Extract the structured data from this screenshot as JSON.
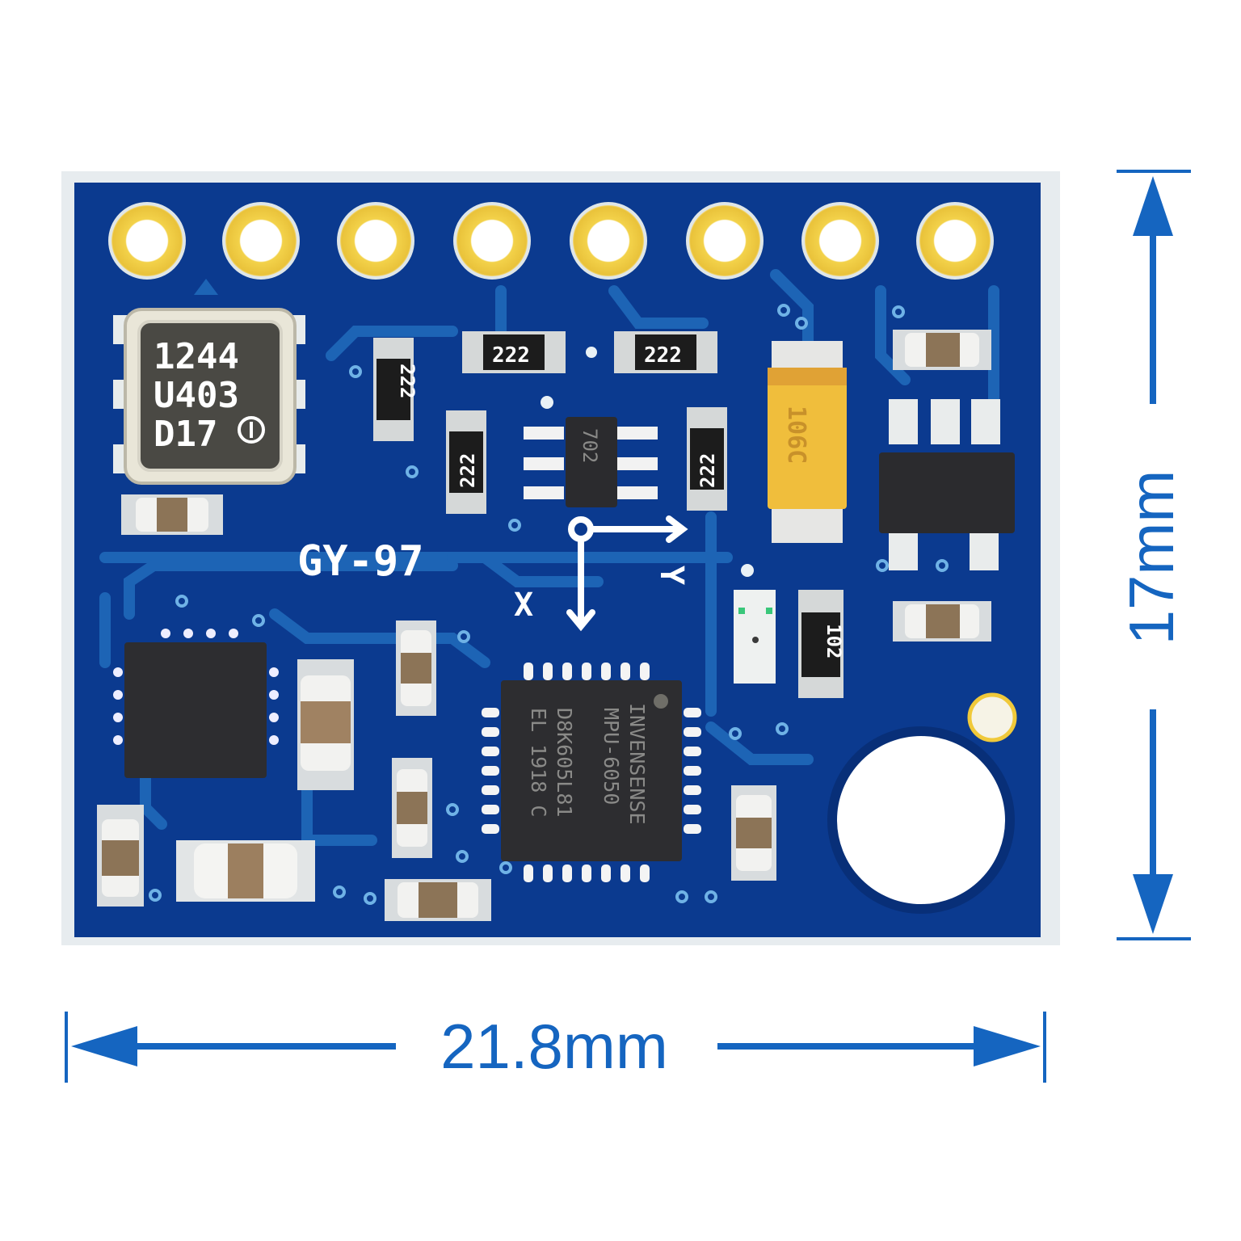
{
  "board": {
    "model_label": "GY-97",
    "pcb_color": "#0b3a8f",
    "trace_color": "#1d64b5",
    "pad_gold": "#f0c93a",
    "header_pin_count": 8,
    "axis_labels": {
      "x": "X",
      "y": "Y"
    }
  },
  "components": {
    "pressure_sensor": {
      "lines": [
        "1244",
        "U403",
        "D17"
      ]
    },
    "imu_chip": {
      "lines": [
        "INVENSENSE",
        "MPU-6050",
        "D8K605L81",
        "EL 1918 C"
      ]
    },
    "regulator_small": {
      "marking": "702"
    },
    "tantalum_cap": {
      "marking": "106C",
      "color": "#f0be3c"
    },
    "resistors_222": [
      "222",
      "222",
      "222",
      "222",
      "222"
    ],
    "resistor_102": "102",
    "led_color": "#39c77a"
  },
  "dimensions": {
    "width_label": "21.8mm",
    "height_label": "17mm",
    "color": "#1565c0"
  }
}
